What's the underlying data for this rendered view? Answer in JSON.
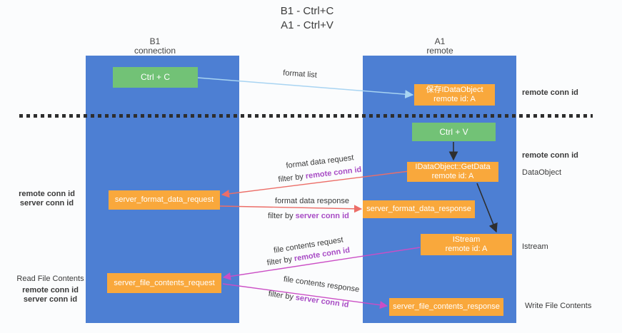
{
  "title": {
    "line1": "B1 - Ctrl+C",
    "line2": "A1 - Ctrl+V"
  },
  "lifelines": {
    "left": {
      "title": "B1",
      "subtitle": "connection"
    },
    "right": {
      "title": "A1",
      "subtitle": "remote"
    }
  },
  "boxes": {
    "ctrl_c": {
      "label": "Ctrl + C"
    },
    "ctrl_v": {
      "label": "Ctrl + V"
    },
    "save_dataobject": {
      "line1": "保存IDataObject",
      "line2": "remote id: A"
    },
    "getdata": {
      "line1": "IDataObject::GetData",
      "line2": "remote id: A"
    },
    "istream": {
      "line1": "IStream",
      "line2": "remote id: A"
    },
    "server_format_data_request": {
      "label": "server_format_data_request"
    },
    "server_format_data_response": {
      "label": "server_format_data_response"
    },
    "server_file_contents_request": {
      "label": "server_file_contents_request"
    },
    "server_file_contents_response": {
      "label": "server_file_contents_response"
    }
  },
  "arrows": {
    "format_list": {
      "label": "format list"
    },
    "format_data_request": {
      "label": "format data request",
      "filter_prefix": "filter by ",
      "filter_key": "remote conn id"
    },
    "format_data_response": {
      "label": "format data response",
      "filter_prefix": "filter by ",
      "filter_key": "server conn id"
    },
    "file_contents_request": {
      "label": "file contents request",
      "filter_prefix": "filter by ",
      "filter_key": "remote conn id"
    },
    "file_contents_response": {
      "label": "file contents response",
      "filter_prefix": "filter by ",
      "filter_key": "server conn id"
    }
  },
  "side_labels": {
    "right_remote_conn_1": "remote conn id",
    "right_remote_conn_2": "remote conn id",
    "right_dataobject": "DataObject",
    "right_istream": "Istream",
    "right_write_file": "Write File Contents",
    "left_remote_conn_1": "remote conn id",
    "left_server_conn_1": "server conn id",
    "left_read_file": "Read File Contents",
    "left_remote_conn_2": "remote conn id",
    "left_server_conn_2": "server conn id"
  },
  "colors": {
    "lifeline_blue": "#4d7fd3",
    "box_green": "#72c276",
    "box_orange": "#f9a83c",
    "label_purple": "#a84cc5",
    "label_green": "#57b75f",
    "arrow_red": "#ec6e68",
    "arrow_magenta": "#cb4ec5",
    "arrow_blue": "#a8d4f2",
    "arrow_black": "#2e2e2e"
  }
}
